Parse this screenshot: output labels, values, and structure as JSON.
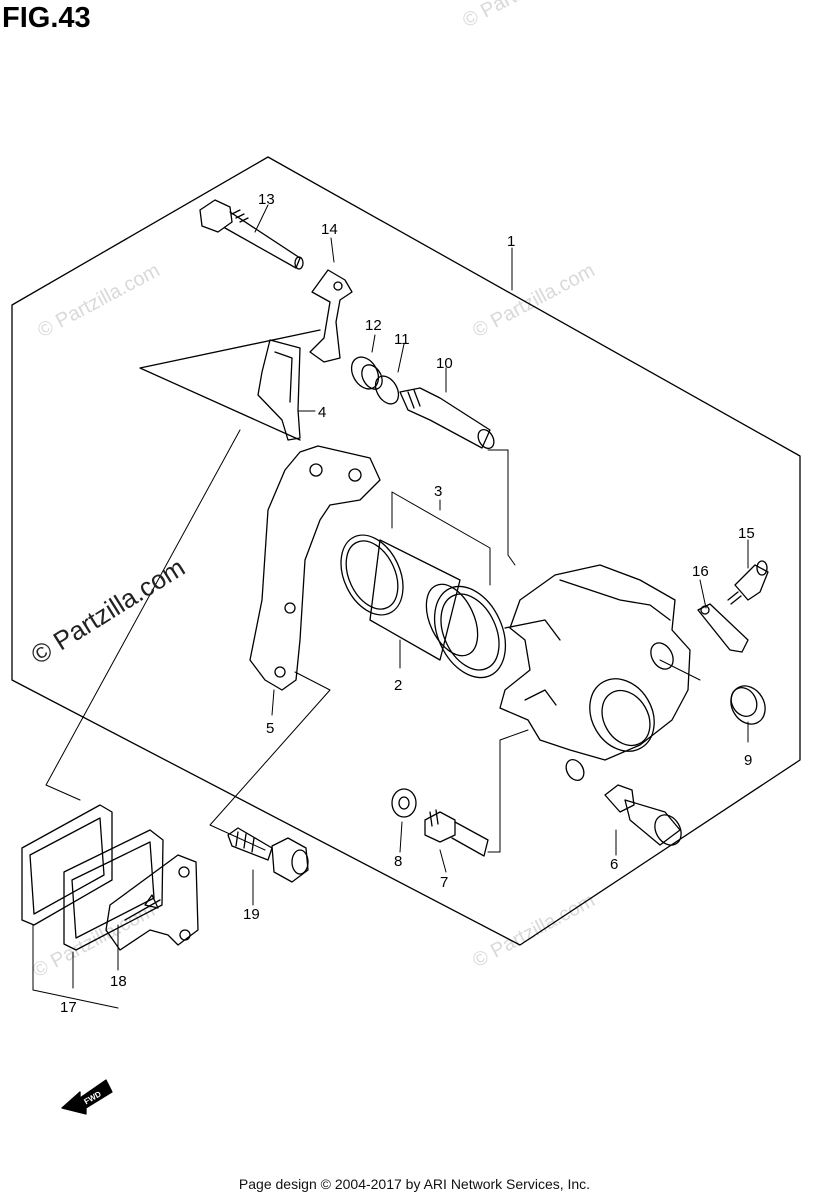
{
  "figure": {
    "title": "FIG.43"
  },
  "watermarks": {
    "text": "© Partzilla.com",
    "main": "© Partzilla.com"
  },
  "callouts": [
    "1",
    "2",
    "3",
    "4",
    "5",
    "6",
    "7",
    "8",
    "9",
    "10",
    "11",
    "12",
    "13",
    "14",
    "15",
    "16",
    "17",
    "18",
    "19"
  ],
  "fwd_label": "FWD",
  "footer": {
    "text": "Page design © 2004-2017 by ARI Network Services, Inc."
  }
}
